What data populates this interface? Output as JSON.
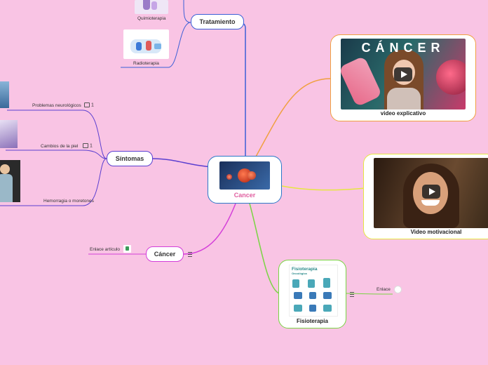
{
  "central": {
    "label": "Cancer"
  },
  "branches": {
    "tratamiento": {
      "label": "Tratamiento",
      "children": [
        "Quimioterapia",
        "Radioterapia"
      ]
    },
    "sintomas": {
      "label": "Síntomas",
      "children": [
        "Problemas neurológicos",
        "Cambios de la piel",
        "Hemorragia o moretones"
      ],
      "comment_count": "1"
    },
    "cancer": {
      "label": "Cáncer",
      "link_label": "Enlace artículo"
    },
    "fisioterapia": {
      "label": "Fisioterapia",
      "link_label": "Enlace",
      "image_title": "Fisioterapia",
      "image_subtitle": "Oncológica"
    },
    "video1": {
      "label": "video explicativo",
      "overlay_text": "CÁNCER"
    },
    "video2": {
      "label": "Video motivacional"
    }
  },
  "colors": {
    "background": "#f9c4e4",
    "tratamiento": "#3c5fd6",
    "sintomas": "#5b3fd0",
    "cancer": "#d43fd9",
    "fisioterapia": "#7ad444",
    "video1": "#f0a040",
    "video2": "#e6e640",
    "central": "#2b78c8"
  },
  "icons": [
    "play-icon",
    "comment-icon",
    "menu-icon",
    "link-thumbnail-icon"
  ]
}
